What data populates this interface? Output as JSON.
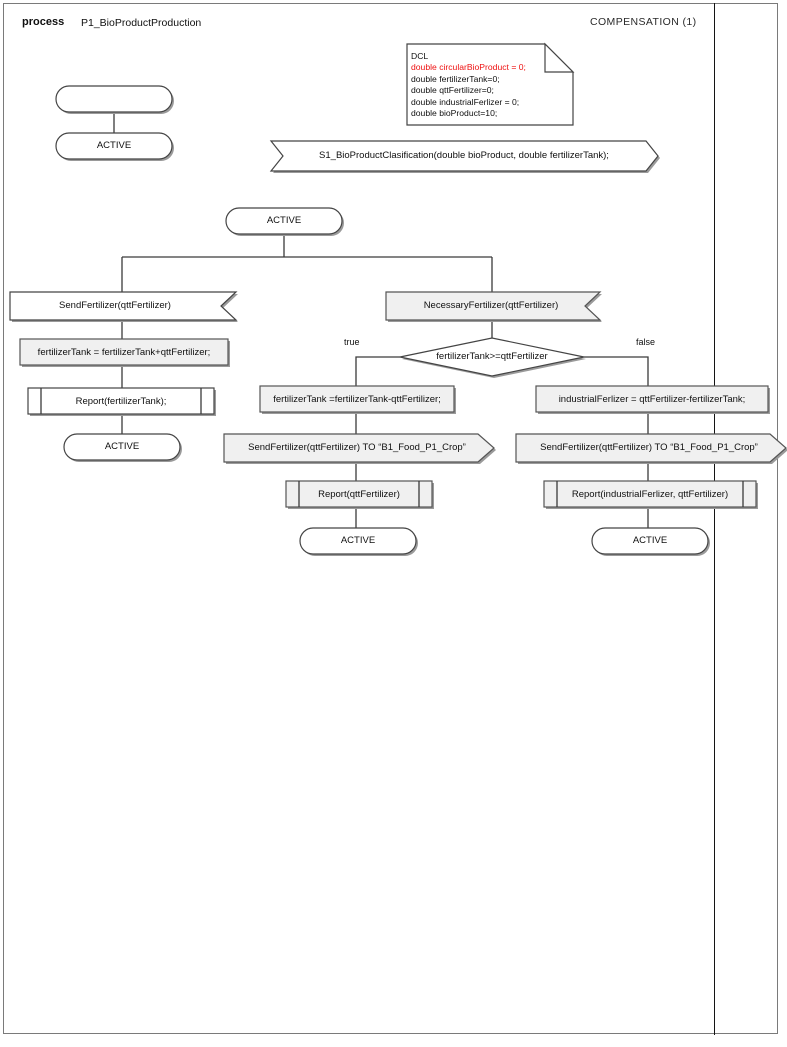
{
  "page": {
    "frame_color": "#7a7a7a",
    "divider_color": "#141414",
    "background": "#ffffff"
  },
  "header": {
    "keyword": "process",
    "process_name": "P1_BioProductProduction",
    "compensation": "COMPENSATION (1)"
  },
  "note": {
    "title": "DCL",
    "highlight_color": "#ee1111",
    "lines": [
      {
        "text": "double circularBioProduct = 0;",
        "color": "#ee1111"
      },
      {
        "text": "double fertilizerTank=0;",
        "color": "#101010"
      },
      {
        "text": "double qttFertilizer=0;",
        "color": "#101010"
      },
      {
        "text": "double industrialFerlizer = 0;",
        "color": "#101010"
      },
      {
        "text": "double bioProduct=10;",
        "color": "#101010"
      }
    ]
  },
  "nodes": {
    "start_blank": {
      "label": ""
    },
    "state_active_start": {
      "label": "ACTIVE"
    },
    "signal_s1": {
      "label": "S1_BioProductClasification(double bioProduct, double  fertilizerTank);"
    },
    "state_active_main": {
      "label": "ACTIVE"
    },
    "send_fertilizer_left": {
      "label": "SendFertilizer(qttFertilizer)"
    },
    "necessary_fertilizer": {
      "label": "NecessaryFertilizer(qttFertilizer)"
    },
    "assign_add": {
      "label": "fertilizerTank = fertilizerTank+qttFertilizer;"
    },
    "report_left": {
      "label": "Report(fertilizerTank);"
    },
    "state_active_left": {
      "label": "ACTIVE"
    },
    "decision": {
      "label": "fertilizerTank>=qttFertilizer"
    },
    "edge_true": {
      "label": "true"
    },
    "edge_false": {
      "label": "false"
    },
    "assign_sub": {
      "label": "fertilizerTank =fertilizerTank-qttFertilizer;"
    },
    "send_to_crop_mid": {
      "label": "SendFertilizer(qttFertilizer) TO “B1_Food_P1_Crop”"
    },
    "report_mid": {
      "label": "Report(qttFertilizer)"
    },
    "state_active_mid": {
      "label": "ACTIVE"
    },
    "assign_industrial": {
      "label": "industrialFerlizer = qttFertilizer-fertilizerTank;"
    },
    "send_to_crop_right": {
      "label": "SendFertilizer(qttFertilizer) TO “B1_Food_P1_Crop”"
    },
    "report_right": {
      "label": "Report(industrialFerlizer, qttFertilizer)"
    },
    "state_active_right": {
      "label": "ACTIVE"
    }
  },
  "style": {
    "shape_stroke": "#444444",
    "shape_fill": "#ffffff",
    "shape_fill_gray": "#f0f0f0",
    "shadow": "#9a9a9a",
    "connector": "#3a3a3a"
  }
}
